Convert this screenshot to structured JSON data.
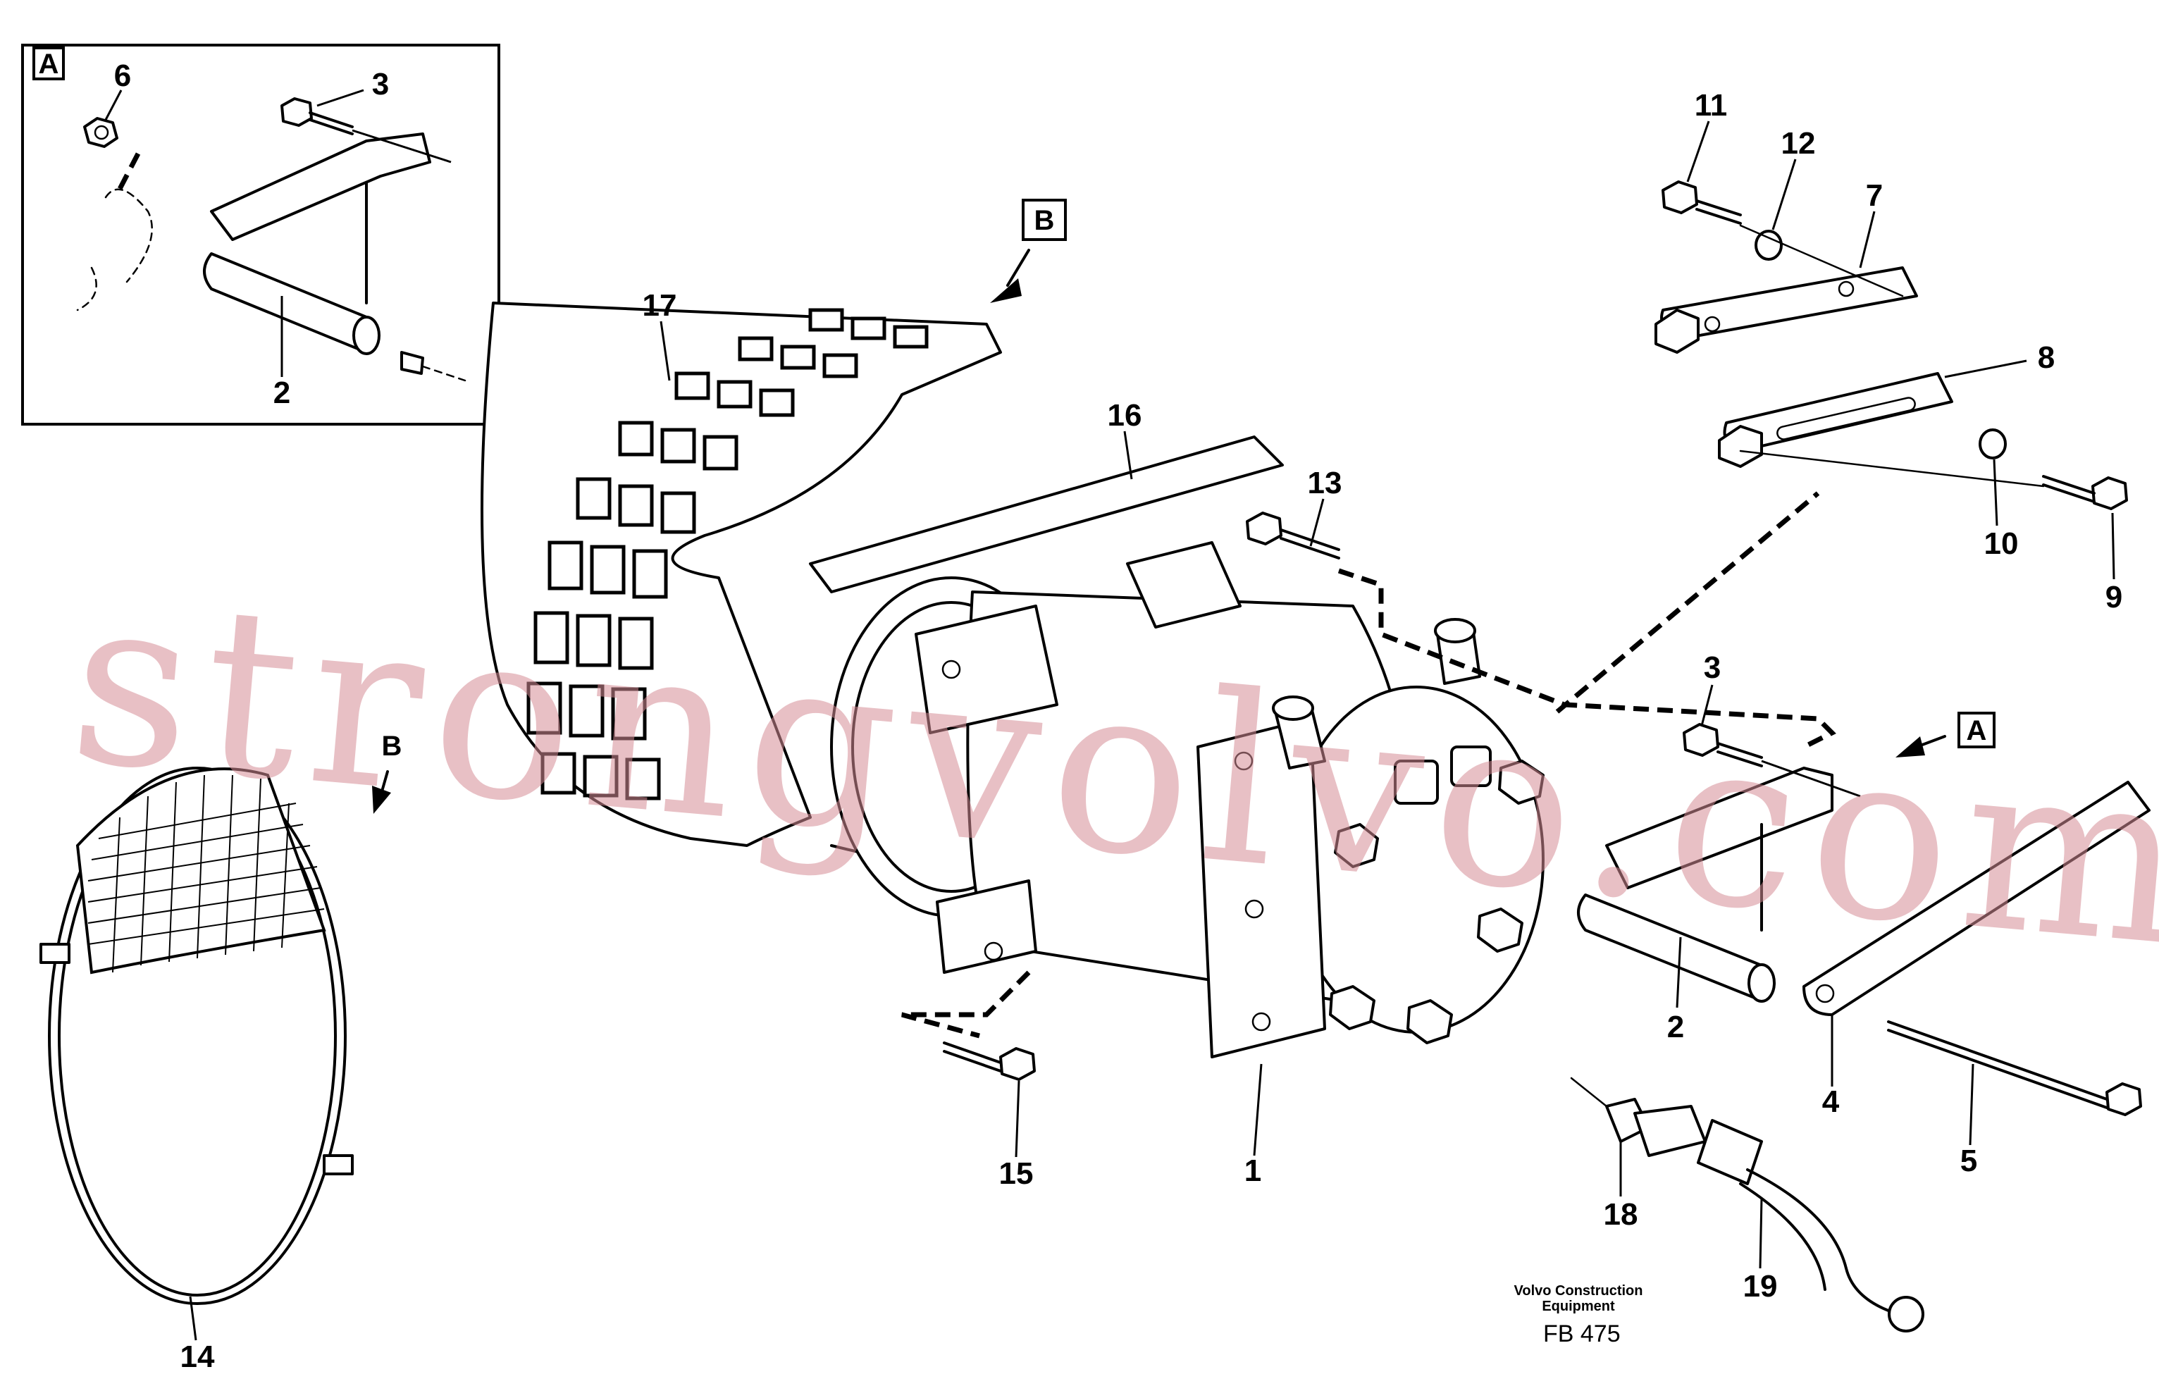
{
  "watermark": "strongvolvo.com",
  "view_labels": {
    "inset_tag": "A",
    "view_a": "A",
    "view_b_top": "B",
    "view_b_left": "B"
  },
  "callouts": {
    "n1": "1",
    "n2_inset": "2",
    "n2_main": "2",
    "n3_inset": "3",
    "n3_main": "3",
    "n4": "4",
    "n5": "5",
    "n6": "6",
    "n7": "7",
    "n8": "8",
    "n9": "9",
    "n10": "10",
    "n11": "11",
    "n12": "12",
    "n13": "13",
    "n14": "14",
    "n15": "15",
    "n16": "16",
    "n17": "17",
    "n18": "18",
    "n19": "19"
  },
  "footer": {
    "company_line1": "Volvo Construction",
    "company_line2": "Equipment",
    "code": "FB 475"
  }
}
